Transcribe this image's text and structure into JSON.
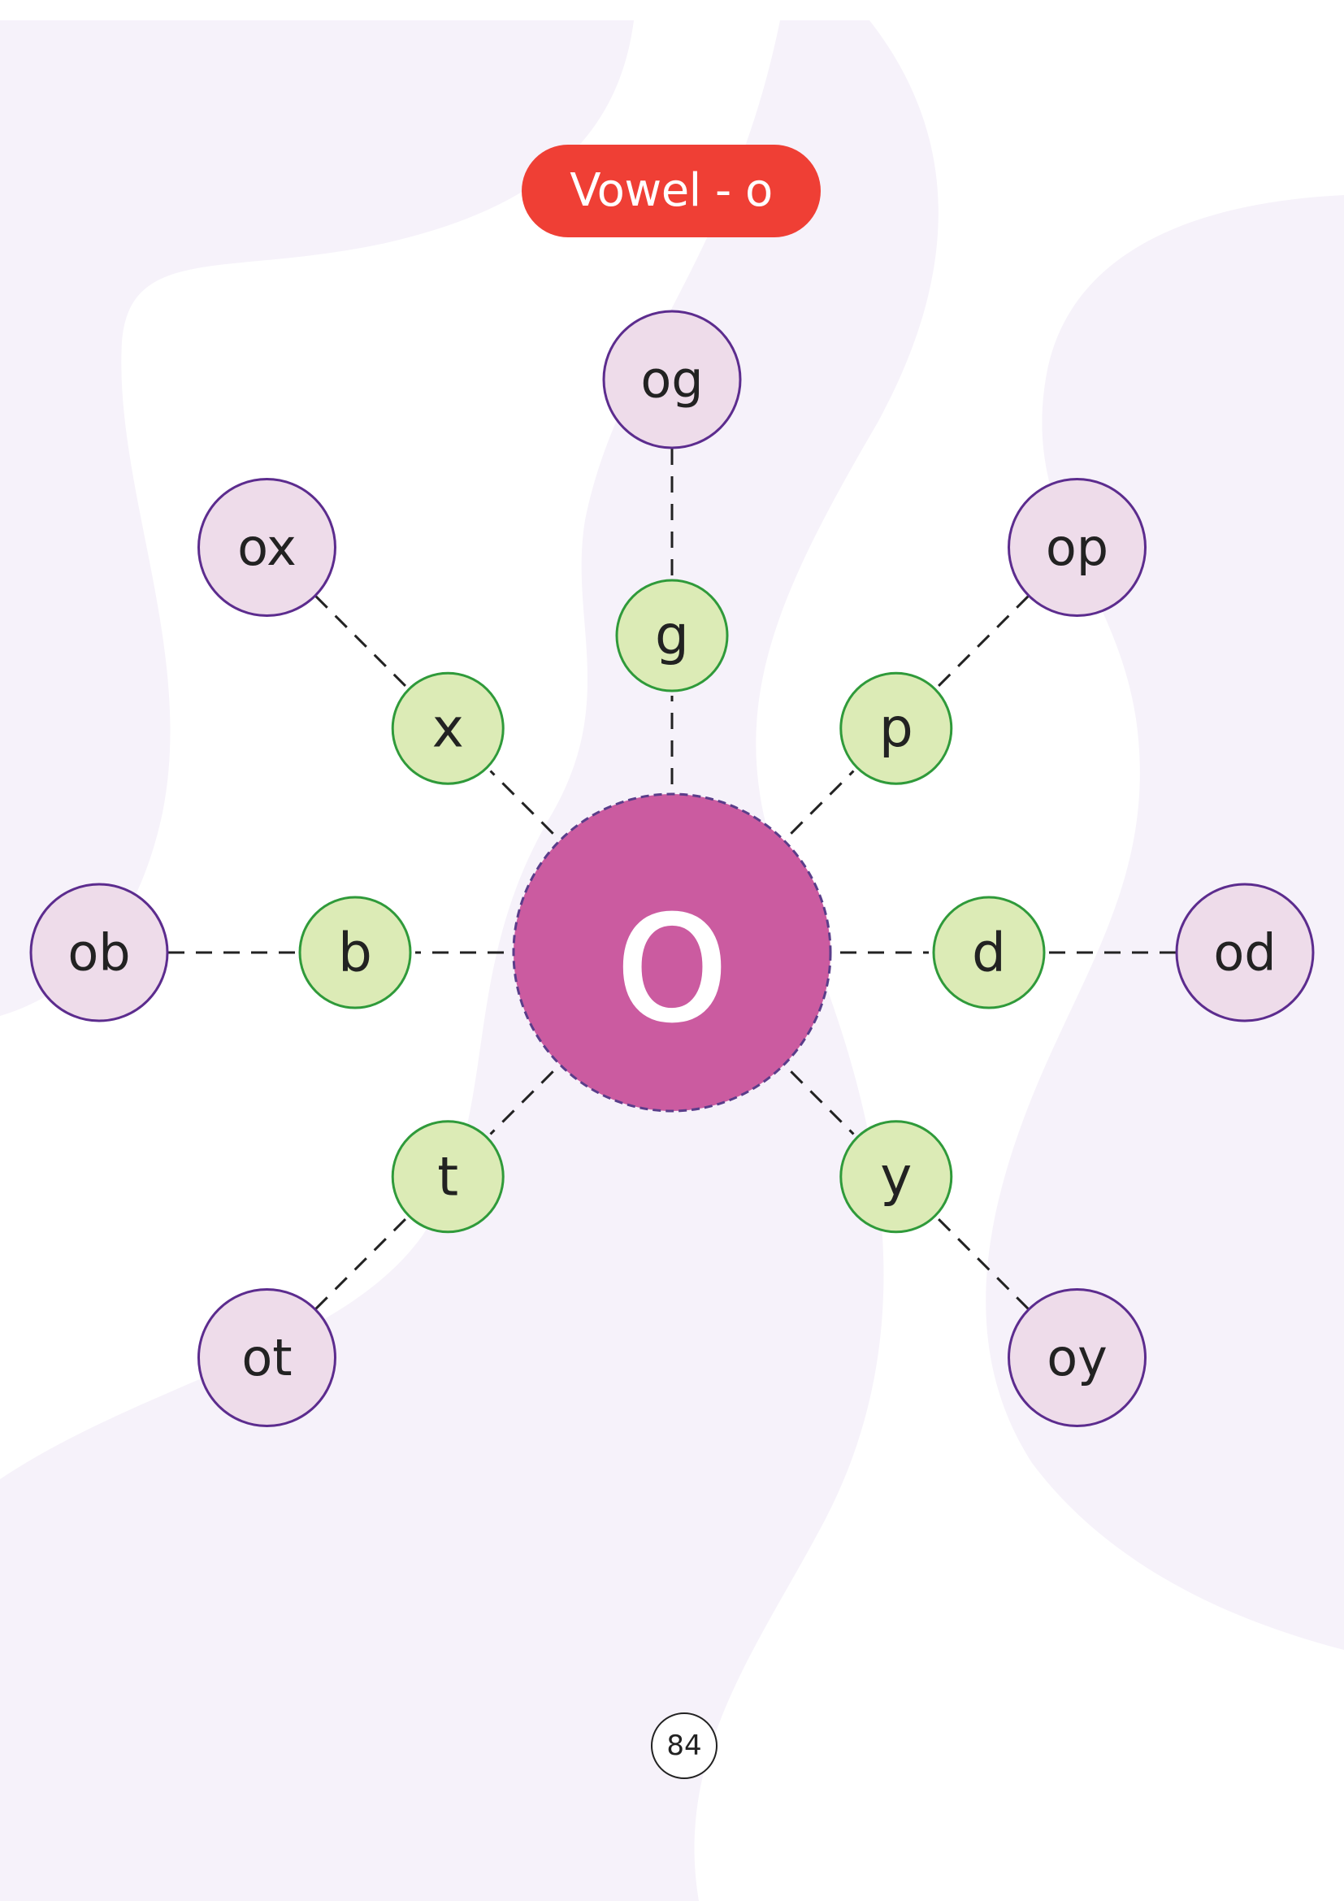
{
  "title": "Vowel - o",
  "center": {
    "label": "o"
  },
  "spokes": [
    {
      "angle": 0,
      "letter": "g",
      "word": "og"
    },
    {
      "angle": 45,
      "letter": "p",
      "word": "op"
    },
    {
      "angle": 90,
      "letter": "d",
      "word": "od"
    },
    {
      "angle": 135,
      "letter": "y",
      "word": "oy"
    },
    {
      "angle": 225,
      "letter": "t",
      "word": "ot"
    },
    {
      "angle": 270,
      "letter": "b",
      "word": "ob"
    },
    {
      "angle": 315,
      "letter": "x",
      "word": "ox"
    }
  ],
  "page_number": "84",
  "colors": {
    "background_shape": "#f6f2fa",
    "title_fill": "#ef3f35",
    "center_fill": "#cb5ba0",
    "center_border": "#5a3d8a",
    "letter_fill": "#dcebb6",
    "letter_border": "#2f9a3a",
    "word_fill": "#eedcea",
    "word_border": "#5c2c8e",
    "connector": "#222222"
  }
}
